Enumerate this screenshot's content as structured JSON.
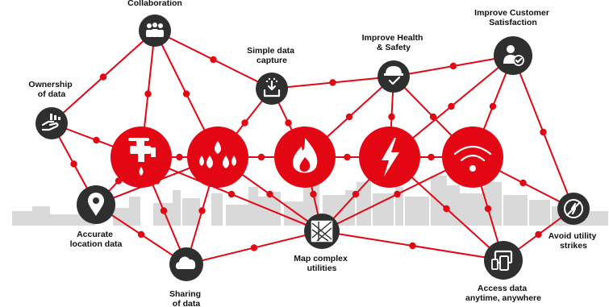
{
  "colors": {
    "red": "#e30613",
    "dark": "#2f2f2f",
    "skyline": "#d9d9d9",
    "white": "#ffffff"
  },
  "utility_nodes": [
    {
      "id": "water",
      "icon": "faucet-icon"
    },
    {
      "id": "drops",
      "icon": "water-drops-icon"
    },
    {
      "id": "gas",
      "icon": "flame-icon"
    },
    {
      "id": "electric",
      "icon": "lightning-bolt-icon"
    },
    {
      "id": "telecom",
      "icon": "wifi-icon"
    }
  ],
  "benefit_nodes": [
    {
      "id": "collaboration",
      "icon": "team-icon",
      "label": [
        "Collaboration"
      ]
    },
    {
      "id": "capture",
      "icon": "data-capture-icon",
      "label": [
        "Simple data",
        "capture"
      ]
    },
    {
      "id": "health",
      "icon": "hard-hat-icon",
      "label": [
        "Improve Health",
        "& Safety"
      ]
    },
    {
      "id": "customer",
      "icon": "satisfied-customer-icon",
      "label": [
        "Improve Customer",
        "Satisfaction"
      ]
    },
    {
      "id": "ownership",
      "icon": "hand-data-icon",
      "label": [
        "Ownership",
        "of data"
      ]
    },
    {
      "id": "location",
      "icon": "location-pin-icon",
      "label": [
        "Accurate",
        "location data"
      ]
    },
    {
      "id": "sharing",
      "icon": "cloud-icon",
      "label": [
        "Sharing",
        "of data"
      ]
    },
    {
      "id": "map",
      "icon": "complex-utilities-map-icon",
      "label": [
        "Map complex",
        "utilities"
      ]
    },
    {
      "id": "access",
      "icon": "devices-icon",
      "label": [
        "Access data",
        "anytime, anywhere"
      ]
    },
    {
      "id": "strikes",
      "icon": "avoid-strike-icon",
      "label": [
        "Avoid utility",
        "strikes"
      ]
    }
  ]
}
